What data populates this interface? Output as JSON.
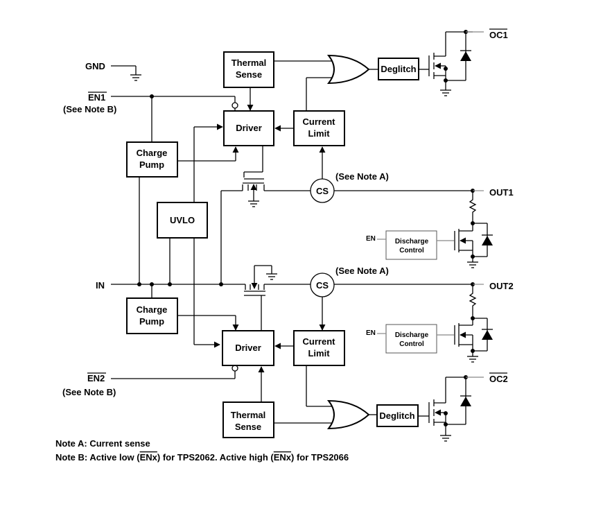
{
  "pins": {
    "gnd": "GND",
    "en1": "EN1",
    "en1_note": "(See Note B)",
    "en2": "EN2",
    "en2_note": "(See Note B)",
    "in": "IN",
    "oc1": "OC1",
    "oc2": "OC2",
    "out1": "OUT1",
    "out2": "OUT2",
    "en_dis1": "EN",
    "en_dis2": "EN"
  },
  "blocks": {
    "thermal_sense_1": [
      "Thermal",
      "Sense"
    ],
    "thermal_sense_2": [
      "Thermal",
      "Sense"
    ],
    "driver_1": "Driver",
    "driver_2": "Driver",
    "current_limit_1": [
      "Current",
      "Limit"
    ],
    "current_limit_2": [
      "Current",
      "Limit"
    ],
    "charge_pump_1": [
      "Charge",
      "Pump"
    ],
    "charge_pump_2": [
      "Charge",
      "Pump"
    ],
    "uvlo": "UVLO",
    "deglitch_1": "Deglitch",
    "deglitch_2": "Deglitch",
    "discharge_1": [
      "Discharge",
      "Control"
    ],
    "discharge_2": [
      "Discharge",
      "Control"
    ],
    "cs_1": "CS",
    "cs_2": "CS",
    "cs_note_1": "(See Note A)",
    "cs_note_2": "(See Note A)"
  },
  "notes": {
    "a": "Note A: Current sense",
    "b_prefix": "Note B: Active low (",
    "b_mid": ") for TPS2062. Active high (",
    "b_suffix": ") for TPS2066",
    "enx": "ENx"
  }
}
